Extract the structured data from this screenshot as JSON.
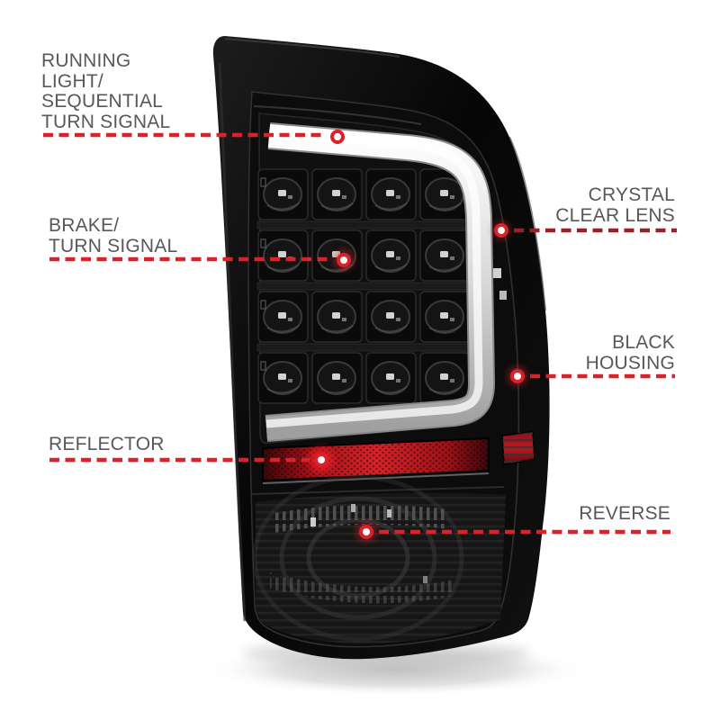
{
  "colors": {
    "background": "#ffffff",
    "label_text": "#58585a",
    "accent_red": "#d9222a",
    "accent_red_dark": "#9c2127",
    "marker_center": "#ffffff",
    "reflector_red": "#c4161c",
    "housing_black": "#0a0a0a",
    "light_bar_gray": "#d6d6d6"
  },
  "callouts": [
    {
      "id": "running-light-sequential-turn-signal",
      "side": "left",
      "lines": [
        "RUNNING",
        "LIGHT/",
        "SEQUENTIAL",
        "TURN SIGNAL"
      ]
    },
    {
      "id": "brake-turn-signal",
      "side": "left",
      "lines": [
        "BRAKE/",
        "TURN SIGNAL"
      ]
    },
    {
      "id": "reflector",
      "side": "left",
      "lines": [
        "REFLECTOR"
      ]
    },
    {
      "id": "crystal-clear-lens",
      "side": "right",
      "lines": [
        "CRYSTAL",
        "CLEAR LENS"
      ]
    },
    {
      "id": "black-housing",
      "side": "right",
      "lines": [
        "BLACK",
        "HOUSING"
      ]
    },
    {
      "id": "reverse",
      "side": "right",
      "lines": [
        "REVERSE"
      ]
    }
  ]
}
